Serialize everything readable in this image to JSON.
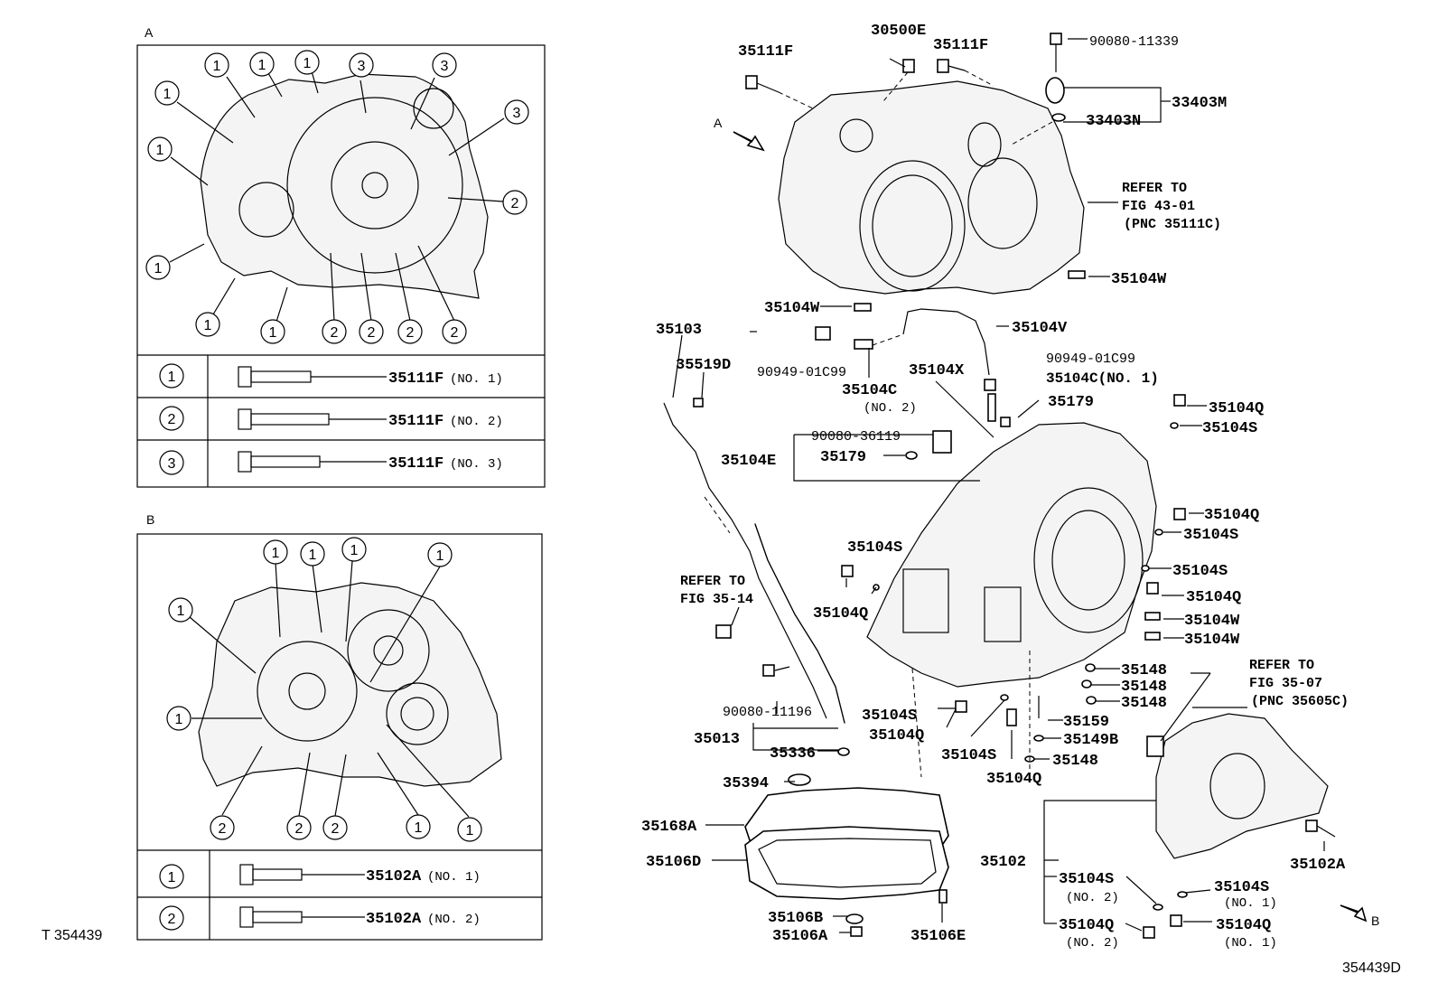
{
  "panel_a": {
    "label": "A",
    "circle_marks": [
      "1",
      "1",
      "1",
      "1",
      "1",
      "1",
      "1",
      "1",
      "1",
      "3",
      "3",
      "3",
      "2",
      "2",
      "2",
      "2",
      "2",
      "2"
    ],
    "table": [
      {
        "mark": "1",
        "part": "35111F",
        "note": "(NO. 1)"
      },
      {
        "mark": "2",
        "part": "35111F",
        "note": "(NO. 2)"
      },
      {
        "mark": "3",
        "part": "35111F",
        "note": "(NO. 3)"
      }
    ]
  },
  "panel_b": {
    "label": "B",
    "circle_marks": [
      "1",
      "1",
      "1",
      "1",
      "1",
      "1",
      "1",
      "1",
      "1",
      "2",
      "2",
      "2"
    ],
    "table": [
      {
        "mark": "1",
        "part": "35102A",
        "note": "(NO. 1)"
      },
      {
        "mark": "2",
        "part": "35102A",
        "note": "(NO. 2)"
      }
    ]
  },
  "view_labels": {
    "a": "A",
    "b": "B"
  },
  "footer": {
    "left_code": "T 354439",
    "right_code": "354439D"
  },
  "callouts": [
    {
      "id": "c1",
      "text": "35111F"
    },
    {
      "id": "c2",
      "text": "30500E"
    },
    {
      "id": "c3",
      "text": "35111F"
    },
    {
      "id": "c4",
      "text": "90080-11339"
    },
    {
      "id": "c5",
      "text": "33403M"
    },
    {
      "id": "c6",
      "text": "33403N"
    },
    {
      "id": "c7",
      "text": "REFER TO"
    },
    {
      "id": "c8",
      "text": "FIG 43-01"
    },
    {
      "id": "c9",
      "text": "(PNC 35111C)"
    },
    {
      "id": "c10",
      "text": "35104W"
    },
    {
      "id": "c11",
      "text": "35104W"
    },
    {
      "id": "c12",
      "text": "35103"
    },
    {
      "id": "c13",
      "text": "35519D"
    },
    {
      "id": "c14",
      "text": "35104V"
    },
    {
      "id": "c15",
      "text": "90949-01C99"
    },
    {
      "id": "c16",
      "text": "35104C"
    },
    {
      "id": "c17",
      "text": "(NO. 2)"
    },
    {
      "id": "c18",
      "text": "35104X"
    },
    {
      "id": "c19",
      "text": "90949-01C99"
    },
    {
      "id": "c20",
      "text": "35104C(NO. 1)"
    },
    {
      "id": "c21",
      "text": "35179"
    },
    {
      "id": "c22",
      "text": "35104Q"
    },
    {
      "id": "c23",
      "text": "35104S"
    },
    {
      "id": "c24",
      "text": "90080-36119"
    },
    {
      "id": "c25",
      "text": "35104E"
    },
    {
      "id": "c26",
      "text": "35179"
    },
    {
      "id": "c27",
      "text": "35104Q"
    },
    {
      "id": "c28",
      "text": "35104S"
    },
    {
      "id": "c29",
      "text": "35104S"
    },
    {
      "id": "c30",
      "text": "35104S"
    },
    {
      "id": "c31",
      "text": "REFER TO"
    },
    {
      "id": "c32",
      "text": "FIG 35-14"
    },
    {
      "id": "c33",
      "text": "35104Q"
    },
    {
      "id": "c34",
      "text": "35104Q"
    },
    {
      "id": "c35",
      "text": "35104W"
    },
    {
      "id": "c36",
      "text": "35104W"
    },
    {
      "id": "c37",
      "text": "35148"
    },
    {
      "id": "c38",
      "text": "35148"
    },
    {
      "id": "c39",
      "text": "35148"
    },
    {
      "id": "c40",
      "text": "REFER TO"
    },
    {
      "id": "c41",
      "text": "FIG 35-07"
    },
    {
      "id": "c42",
      "text": "(PNC 35605C)"
    },
    {
      "id": "c43",
      "text": "90080-11196"
    },
    {
      "id": "c44",
      "text": "35104S"
    },
    {
      "id": "c45",
      "text": "35104Q"
    },
    {
      "id": "c46",
      "text": "35159"
    },
    {
      "id": "c47",
      "text": "35149B"
    },
    {
      "id": "c48",
      "text": "35104S"
    },
    {
      "id": "c49",
      "text": "35148"
    },
    {
      "id": "c50",
      "text": "35104Q"
    },
    {
      "id": "c51",
      "text": "35013"
    },
    {
      "id": "c52",
      "text": "35336"
    },
    {
      "id": "c53",
      "text": "35394"
    },
    {
      "id": "c54",
      "text": "35168A"
    },
    {
      "id": "c55",
      "text": "35106D"
    },
    {
      "id": "c56",
      "text": "35102"
    },
    {
      "id": "c57",
      "text": "35102A"
    },
    {
      "id": "c58",
      "text": "35104S"
    },
    {
      "id": "c59",
      "text": "(NO. 2)"
    },
    {
      "id": "c60",
      "text": "35104S"
    },
    {
      "id": "c61",
      "text": "(NO. 1)"
    },
    {
      "id": "c62",
      "text": "35106B"
    },
    {
      "id": "c63",
      "text": "35106A"
    },
    {
      "id": "c64",
      "text": "35106E"
    },
    {
      "id": "c65",
      "text": "35104Q"
    },
    {
      "id": "c66",
      "text": "(NO. 2)"
    },
    {
      "id": "c67",
      "text": "35104Q"
    },
    {
      "id": "c68",
      "text": "(NO. 1)"
    }
  ]
}
